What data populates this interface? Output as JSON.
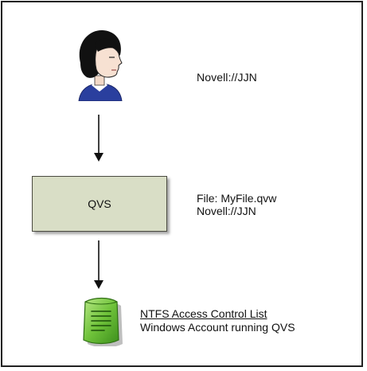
{
  "user": {
    "account_label": "Novell://JJN"
  },
  "server": {
    "label": "QVS",
    "file_label": "File: MyFile.qvw",
    "account_label": "Novell://JJN"
  },
  "acl": {
    "title": "NTFS Access Control List",
    "account_label": "Windows Account running QVS"
  }
}
